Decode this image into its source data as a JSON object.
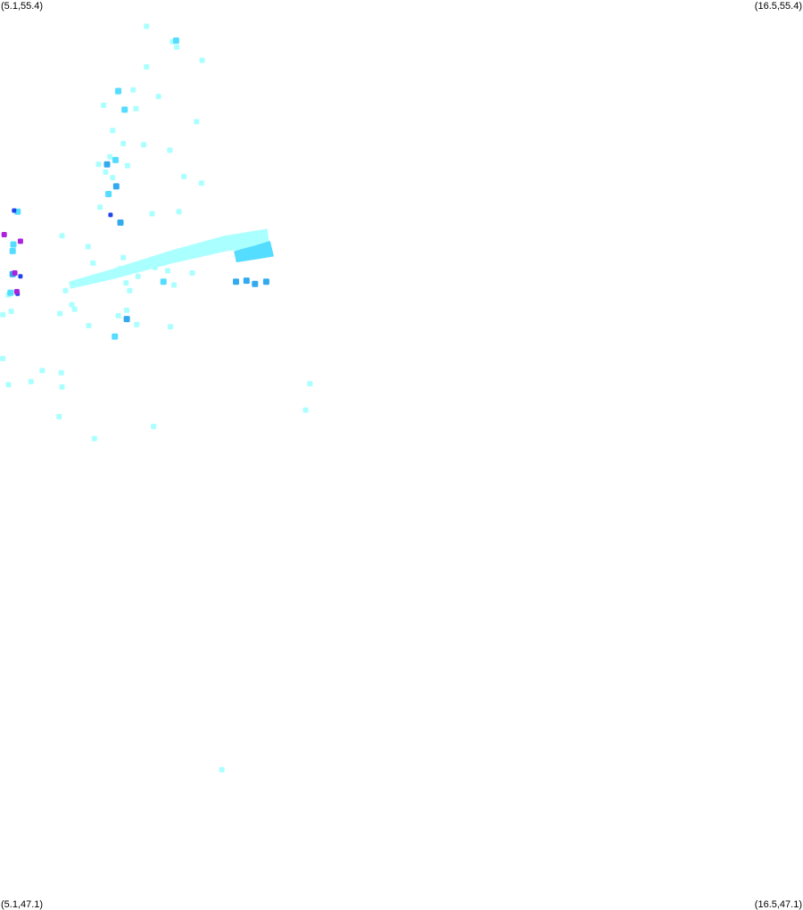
{
  "corners": {
    "top_left": "(5.1,55.4)",
    "top_right": "(16.5,55.4)",
    "bottom_left": "(5.1,47.1)",
    "bottom_right": "(16.5,47.1)"
  },
  "bounds": {
    "lon_min": 5.1,
    "lon_max": 16.5,
    "lat_min": 47.1,
    "lat_max": 55.4
  },
  "colors": {
    "background": "#ffffff",
    "level_1": "#aaffff",
    "level_2": "#55ddff",
    "level_3": "#33aaee",
    "level_4": "#2244ee",
    "level_5": "#aa22dd"
  },
  "chart_data": {
    "type": "scatter",
    "title": "",
    "xlabel": "",
    "ylabel": "",
    "xlim": [
      5.1,
      16.5
    ],
    "ylim": [
      47.1,
      55.4
    ],
    "grid": false,
    "series": [
      {
        "level": 1,
        "points": [
          [
            7.18,
            55.16
          ],
          [
            7.55,
            55.02
          ],
          [
            7.61,
            54.97
          ],
          [
            7.18,
            54.79
          ],
          [
            7.97,
            54.85
          ],
          [
            6.77,
            54.56
          ],
          [
            6.99,
            54.58
          ],
          [
            6.57,
            54.44
          ],
          [
            7.03,
            54.41
          ],
          [
            7.35,
            54.52
          ],
          [
            7.89,
            54.29
          ],
          [
            6.7,
            54.21
          ],
          [
            6.85,
            54.09
          ],
          [
            7.51,
            54.03
          ],
          [
            7.14,
            54.08
          ],
          [
            6.66,
            53.97
          ],
          [
            6.6,
            53.83
          ],
          [
            7.96,
            53.73
          ],
          [
            6.91,
            53.89
          ],
          [
            7.71,
            53.79
          ],
          [
            6.5,
            53.9
          ],
          [
            6.7,
            53.78
          ],
          [
            6.52,
            53.51
          ],
          [
            7.64,
            53.47
          ],
          [
            7.26,
            53.45
          ],
          [
            5.98,
            53.25
          ],
          [
            6.35,
            53.15
          ],
          [
            6.42,
            53.0
          ],
          [
            6.85,
            53.05
          ],
          [
            7.25,
            53.0
          ],
          [
            7.42,
            53.0
          ],
          [
            6.89,
            52.82
          ],
          [
            6.81,
            52.95
          ],
          [
            7.06,
            52.88
          ],
          [
            7.3,
            52.96
          ],
          [
            7.57,
            52.8
          ],
          [
            7.48,
            52.93
          ],
          [
            7.83,
            52.91
          ],
          [
            6.94,
            52.75
          ],
          [
            6.9,
            52.57
          ],
          [
            7.04,
            52.44
          ],
          [
            6.03,
            52.75
          ],
          [
            6.12,
            52.62
          ],
          [
            5.95,
            52.54
          ],
          [
            6.78,
            52.52
          ],
          [
            7.52,
            52.42
          ],
          [
            6.16,
            52.58
          ],
          [
            6.36,
            52.43
          ],
          [
            5.22,
            52.71
          ],
          [
            5.14,
            52.53
          ],
          [
            5.97,
            52.0
          ],
          [
            5.7,
            52.02
          ],
          [
            5.94,
            51.6
          ],
          [
            7.28,
            51.51
          ],
          [
            5.26,
            52.56
          ],
          [
            5.14,
            52.13
          ],
          [
            5.22,
            51.89
          ],
          [
            5.98,
            51.87
          ],
          [
            5.54,
            51.92
          ],
          [
            6.44,
            51.4
          ],
          [
            9.5,
            51.9
          ],
          [
            9.44,
            51.66
          ],
          [
            8.25,
            48.38
          ]
        ]
      },
      {
        "level": 2,
        "points": [
          [
            7.6,
            55.03
          ],
          [
            6.78,
            54.57
          ],
          [
            6.87,
            54.4
          ],
          [
            6.74,
            53.94
          ],
          [
            6.64,
            53.63
          ],
          [
            5.35,
            53.47
          ],
          [
            5.29,
            53.17
          ],
          [
            7.42,
            52.83
          ],
          [
            6.73,
            52.33
          ],
          [
            5.28,
            53.11
          ],
          [
            5.25,
            52.73
          ]
        ]
      },
      {
        "level": 3,
        "points": [
          [
            8.45,
            52.83
          ],
          [
            8.6,
            52.84
          ],
          [
            8.72,
            52.81
          ],
          [
            8.88,
            52.83
          ],
          [
            6.62,
            53.9
          ],
          [
            6.75,
            53.7
          ],
          [
            6.81,
            53.37
          ],
          [
            6.9,
            52.49
          ],
          [
            5.28,
            52.9
          ]
        ]
      },
      {
        "level": 4,
        "points": [
          [
            5.3,
            53.48
          ],
          [
            6.67,
            53.44
          ],
          [
            5.35,
            52.72
          ],
          [
            5.39,
            52.88
          ]
        ]
      },
      {
        "level": 5,
        "points": [
          [
            5.16,
            53.26
          ],
          [
            5.39,
            53.2
          ],
          [
            5.34,
            52.74
          ],
          [
            5.31,
            52.91
          ]
        ]
      }
    ],
    "trails": [
      {
        "level": 1,
        "points": [
          [
            6.1,
            52.8
          ],
          [
            6.7,
            52.9
          ],
          [
            7.5,
            53.05
          ],
          [
            8.3,
            53.18
          ],
          [
            8.9,
            53.23
          ]
        ],
        "width_start": 0.05,
        "width_end": 0.15
      },
      {
        "level": 2,
        "points": [
          [
            8.45,
            53.06
          ],
          [
            8.75,
            53.1
          ],
          [
            8.95,
            53.13
          ]
        ],
        "width_start": 0.09,
        "width_end": 0.13
      }
    ]
  }
}
